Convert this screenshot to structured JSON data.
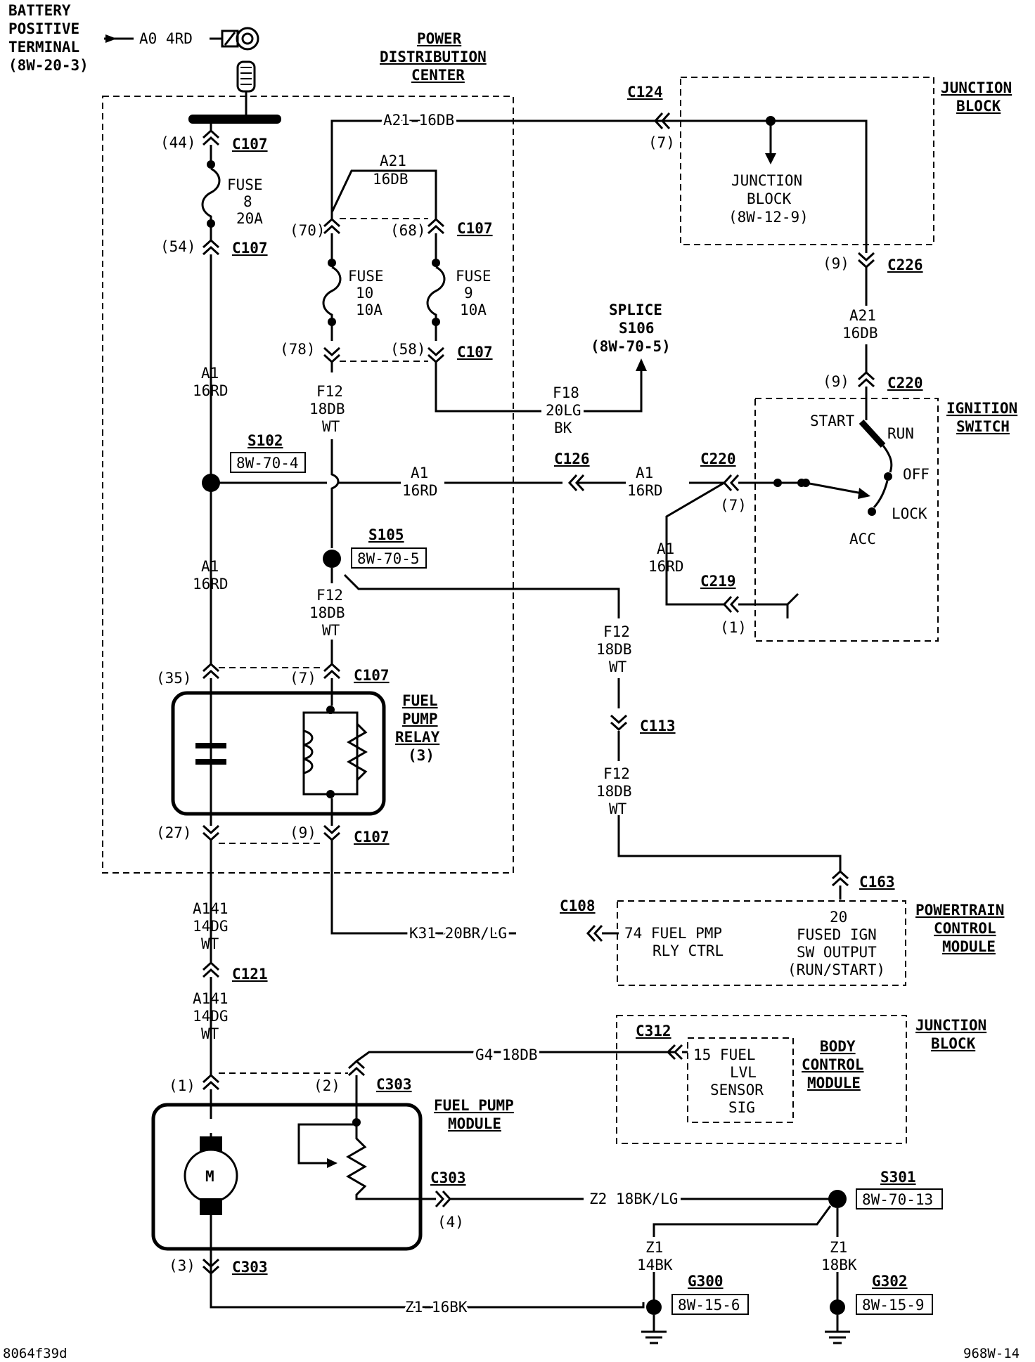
{
  "battery": {
    "title": [
      "BATTERY",
      "POSITIVE",
      "TERMINAL",
      "(8W-20-3)"
    ],
    "wire": "A0  4RD"
  },
  "pdc": {
    "title": [
      "POWER",
      "DISTRIBUTION",
      "CENTER"
    ],
    "c107": "C107",
    "pin44": "(44)",
    "pin54": "(54)",
    "pin70": "(70)",
    "pin68": "(68)",
    "pin78": "(78)",
    "pin58": "(58)",
    "pin35": "(35)",
    "pin7": "(7)",
    "pin27": "(27)",
    "pin9": "(9)",
    "fuse8": [
      "FUSE",
      "8",
      "20A"
    ],
    "fuse10": [
      "FUSE",
      "10",
      "10A"
    ],
    "fuse9": [
      "FUSE",
      "9",
      "10A"
    ]
  },
  "wires": {
    "a21_top": "A21  16DB",
    "a21_jumper": [
      "A21",
      "16DB"
    ],
    "a1_left_upper": [
      "A1",
      "16RD"
    ],
    "a1_left_lower": [
      "A1",
      "16RD"
    ],
    "a1_mid": [
      "A1",
      "16RD"
    ],
    "a1_right": [
      "A1",
      "16RD"
    ],
    "a1_down": [
      "A1",
      "16RD"
    ],
    "f12_a": [
      "F12",
      "18DB",
      "WT"
    ],
    "f12_b": [
      "F12",
      "18DB",
      "WT"
    ],
    "f12_c": [
      "F12",
      "18DB",
      "WT"
    ],
    "f12_d": [
      "F12",
      "18DB",
      "WT"
    ],
    "f18": [
      "F18",
      "20LG",
      "BK"
    ],
    "a21_right": [
      "A21",
      "16DB"
    ],
    "a141_a": [
      "A141",
      "14DG",
      "WT"
    ],
    "a141_b": [
      "A141",
      "14DG",
      "WT"
    ],
    "k31": "K31  20BR/LG",
    "g4": "G4  18DB",
    "z2": "Z2  18BK/LG",
    "z1_bottom": "Z1  16BK",
    "z1_g300": [
      "Z1",
      "14BK"
    ],
    "z1_g302": [
      "Z1",
      "18BK"
    ]
  },
  "splices": {
    "s102": {
      "name": "S102",
      "ref": "8W-70-4"
    },
    "s105": {
      "name": "S105",
      "ref": "8W-70-5"
    },
    "s106": [
      "SPLICE",
      "S106",
      "(8W-70-5)"
    ],
    "s301": {
      "name": "S301",
      "ref": "8W-70-13"
    }
  },
  "connectors": {
    "c124": "C124",
    "c124_pin": "(7)",
    "c226": "C226",
    "c226_pin": "(9)",
    "c220_top": "C220",
    "c220_top_pin": "(9)",
    "c126": "C126",
    "c220_mid": "C220",
    "c220_mid_pin": "(7)",
    "c219": "C219",
    "c219_pin": "(1)",
    "c113": "C113",
    "c163": "C163",
    "c108": "C108",
    "c121": "C121",
    "c312": "C312",
    "c303": "C303",
    "c303_pin1": "(1)",
    "c303_pin2": "(2)",
    "c303_pin4": "(4)",
    "c303_pin3": "(3)"
  },
  "junction_block_top": {
    "title": [
      "JUNCTION",
      "BLOCK"
    ],
    "inner": [
      "JUNCTION",
      "BLOCK",
      "(8W-12-9)"
    ]
  },
  "ignition": {
    "title": [
      "IGNITION",
      "SWITCH"
    ],
    "start": "START",
    "run": "RUN",
    "off": "OFF",
    "lock": "LOCK",
    "acc": "ACC"
  },
  "relay": {
    "title": [
      "FUEL",
      "PUMP",
      "RELAY",
      "(3)"
    ]
  },
  "pcm": {
    "title": [
      "POWERTRAIN",
      "CONTROL",
      "MODULE"
    ],
    "pin74": [
      "74  FUEL PMP",
      "RLY CTRL"
    ],
    "pin20": [
      "20",
      "FUSED IGN",
      "SW OUTPUT",
      "(RUN/START)"
    ]
  },
  "junction_block_bottom": {
    "title": [
      "JUNCTION",
      "BLOCK"
    ]
  },
  "bcm": {
    "title": [
      "BODY",
      "CONTROL",
      "MODULE"
    ],
    "pin15": [
      "15 FUEL",
      "LVL",
      "SENSOR",
      "SIG"
    ]
  },
  "fuel_pump_module": {
    "title": [
      "FUEL PUMP",
      "MODULE"
    ],
    "motor": "M"
  },
  "grounds": {
    "g300": {
      "name": "G300",
      "ref": "8W-15-6"
    },
    "g302": {
      "name": "G302",
      "ref": "8W-15-9"
    }
  },
  "footer": {
    "left": "8064f39d",
    "right": "968W-14"
  }
}
